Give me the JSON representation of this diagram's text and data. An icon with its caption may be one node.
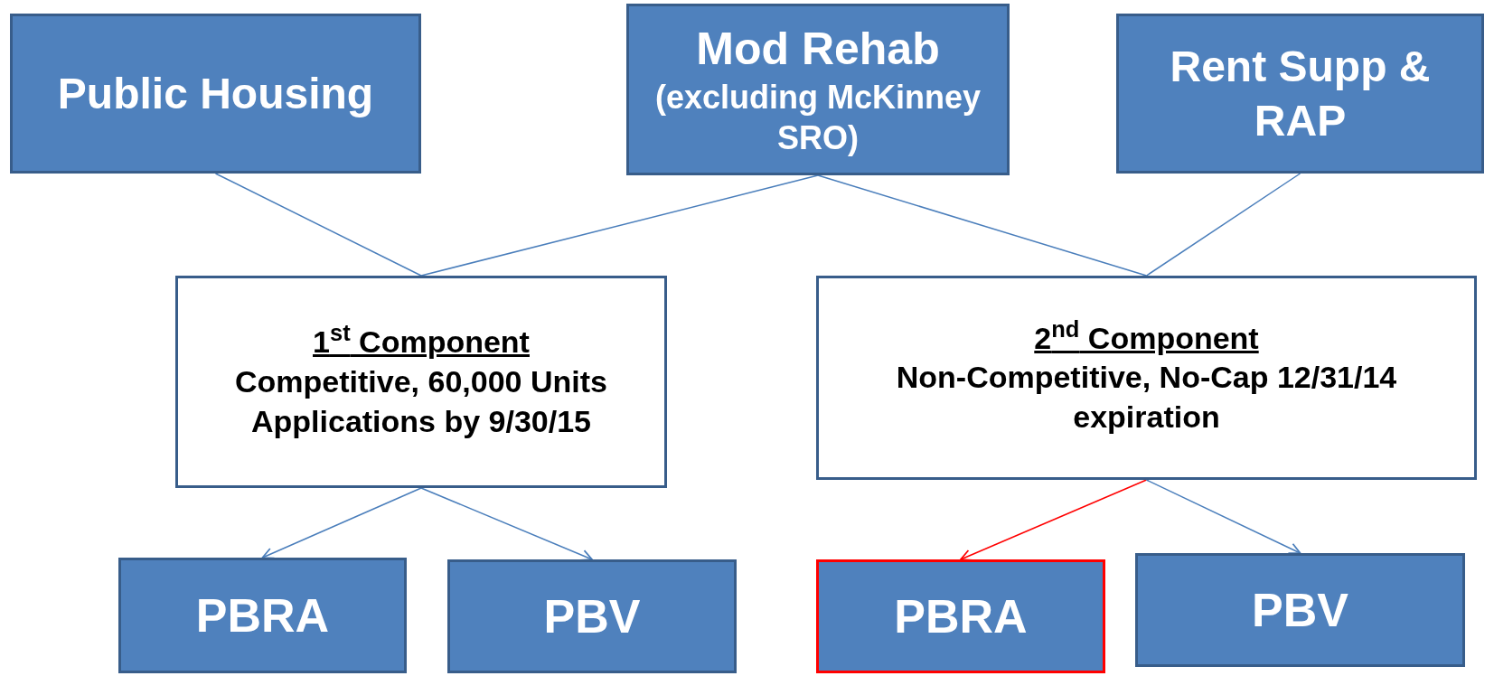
{
  "diagram": {
    "nodes": [
      {
        "text": [
          "Public Housing"
        ]
      },
      {
        "text": [
          "Mod Rehab",
          "(excluding McKinney SRO)"
        ]
      },
      {
        "text": [
          "Rent Supp & RAP"
        ]
      },
      {
        "text": [
          "1$^{st}$ Component",
          "Competitive, 60,000 Units Applications by 9/30/15"
        ]
      },
      {
        "text": [
          "2$^{nd}$ Component",
          "Non-Competitive, No-Cap 12/31/14 expiration"
        ]
      },
      {
        "text": [
          "PBRA"
        ]
      },
      {
        "text": [
          "PBV"
        ]
      },
      {
        "text": [
          "PBRA"
        ]
      },
      {
        "text": [
          "PBV"
        ]
      }
    ],
    "edges": [
      {
        "from": 0,
        "to": 3,
        "arrow": "none"
      },
      {
        "from": 1,
        "to": 3,
        "arrow": "none"
      },
      {
        "from": 1,
        "to": 4,
        "arrow": "none"
      },
      {
        "from": 2,
        "to": 4,
        "arrow": "none"
      },
      {
        "from": 3,
        "to": 5,
        "arrow": "to"
      },
      {
        "from": 3,
        "to": 6,
        "arrow": "to"
      },
      {
        "from": 4,
        "to": 7,
        "arrow": "to",
        "color": "#ff0000"
      },
      {
        "from": 4,
        "to": 8,
        "arrow": "to"
      }
    ]
  }
}
